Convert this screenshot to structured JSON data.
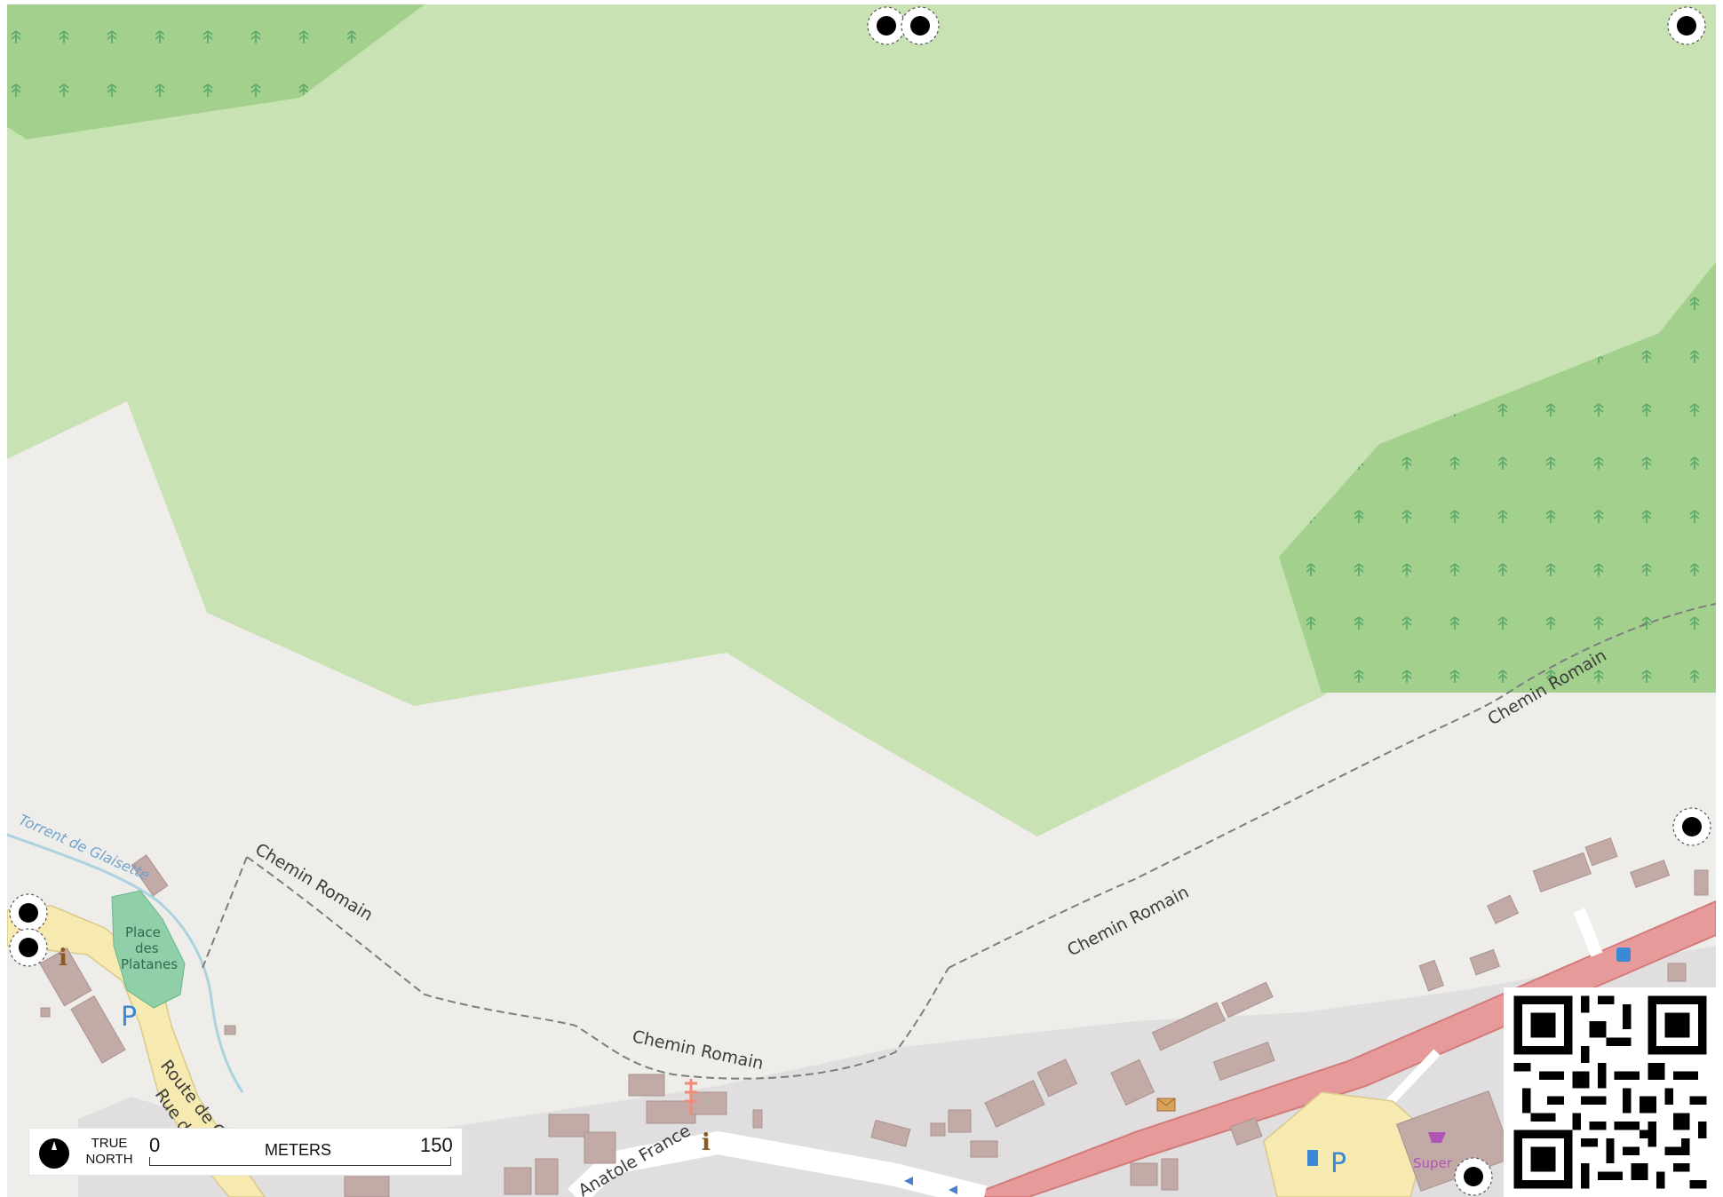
{
  "map": {
    "labels": {
      "chemin_romain": "Chemin Romain",
      "torrent": "Torrent de Glaisette",
      "place": [
        "Place",
        "des",
        "Platanes"
      ],
      "route": "Route de Gl",
      "rue": "Rue d",
      "anatole": "Anatole France",
      "super": "Super"
    },
    "poi_glyphs": {
      "info": "i",
      "parking": "P"
    },
    "colors": {
      "background": "#efedea",
      "meadow": "#c8e2b4",
      "forest": "#a3d18d",
      "tree_symbol": "#5aa86a",
      "building": "#c2aaa7",
      "main_road": "#e79a9a",
      "residential_area": "#e0dede",
      "yellow_road": "#f6eab0",
      "water": "#aad3df",
      "park": "#8fd0a9"
    }
  },
  "scalebar": {
    "north_line1": "TRUE",
    "north_line2": "NORTH",
    "zero": "0",
    "unit": "METERS",
    "max": "150"
  },
  "qr_code": {
    "icon": "qr-code"
  }
}
